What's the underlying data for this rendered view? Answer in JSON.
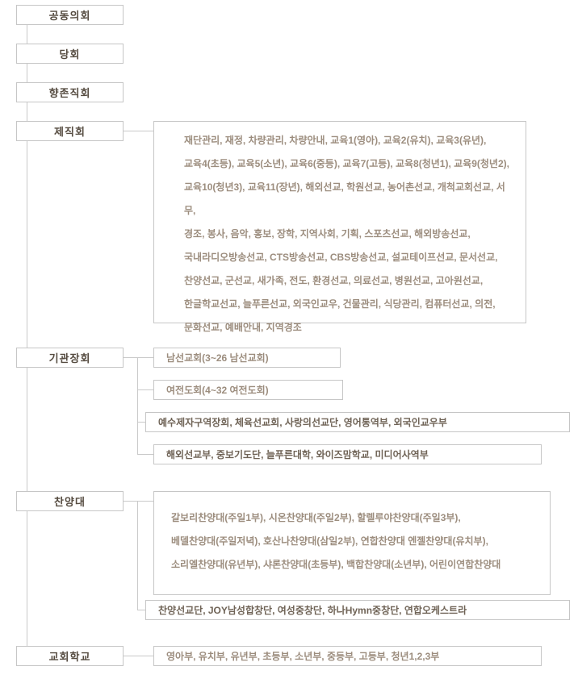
{
  "colors": {
    "border": "#c6c6c6",
    "connector": "#c9c9c9",
    "node_text": "#564c41",
    "list_text": "#9c8d7e",
    "emphasis_text": "#6f6356"
  },
  "left_nodes": [
    {
      "label": "공동의회"
    },
    {
      "label": "당회"
    },
    {
      "label": "향존직회"
    },
    {
      "label": "제직회"
    },
    {
      "label": "기관장회"
    },
    {
      "label": "찬양대"
    },
    {
      "label": "교회학교"
    }
  ],
  "deacons": {
    "lines": [
      "재단관리, 재정, 차량관리, 차량안내, 교육1(영아), 교육2(유치), 교육3(유년),",
      "교육4(초등), 교육5(소년),  교육6(중등), 교육7(고등), 교육8(청년1), 교육9(청년2),",
      "교육10(청년3), 교육11(장년), 해외선교, 학원선교, 농어촌선교, 개척교회선교, 서무,",
      "경조, 봉사, 음악, 홍보, 장학, 지역사회, 기획, 스포츠선교, 해외방송선교,",
      "국내라디오방송선교, CTS방송선교, CBS방송선교, 설교테이프선교, 문서선교,",
      "찬양선교, 군선교, 새가족, 전도, 환경선교, 의료선교, 병원선교, 고아원선교,",
      "한글학교선교, 늘푸른선교, 외국인교우, 건물관리, 식당관리, 컴퓨터선교, 의전,",
      "문화선교, 예배안내, 지역경조"
    ]
  },
  "org_heads": [
    {
      "text": "남선교회(3~26 남선교회)"
    },
    {
      "text": "여전도회(4~32 여전도회)"
    },
    {
      "text": "예수제자구역장회, 체육선교회, 사랑의선교단, 영어통역부, 외국인교우부"
    },
    {
      "text": "해외선교부, 중보기도단, 늘푸른대학, 와이즈맘학교, 미디어사역부"
    }
  ],
  "choir": {
    "lines": [
      "갈보리찬양대(주일1부), 시온찬양대(주일2부), 할렐루야찬양대(주일3부),",
      "베델찬양대(주일저녁), 호산나찬양대(삼일2부), 연합찬양대 엔젤찬양대(유치부),",
      "소리엘찬양대(유년부), 샤론찬양대(초등부), 백합찬양대(소년부), 어린이연합찬양대"
    ],
    "ensembles": "찬양선교단, JOY남성합창단, 여성중창단, 하나Hymn중창단, 연합오케스트라"
  },
  "school": {
    "text": "영아부, 유치부, 유년부, 초등부, 소년부, 중등부, 고등부, 청년1,2,3부"
  }
}
